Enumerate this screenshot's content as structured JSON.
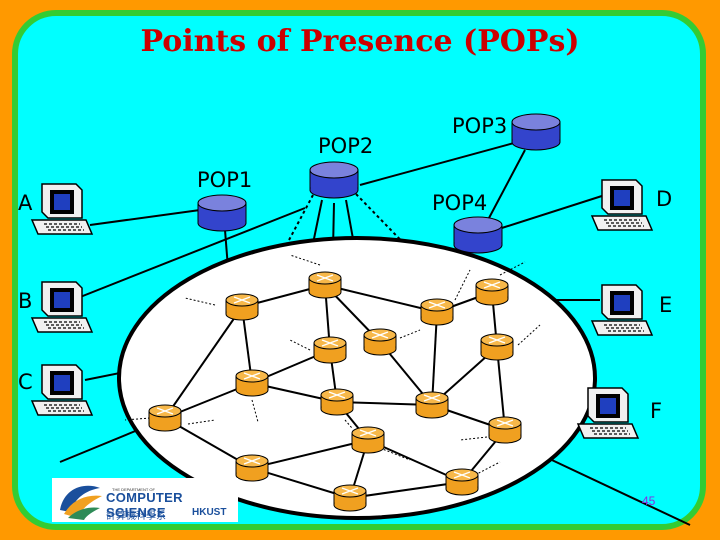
{
  "title": "Points of Presence (POPs)",
  "pops": [
    "POP1",
    "POP2",
    "POP3",
    "POP4"
  ],
  "hosts": [
    "A",
    "B",
    "C",
    "D",
    "E",
    "F"
  ],
  "page_number": "45",
  "logo": {
    "department": "THE DEPARTMENT OF",
    "name": "COMPUTER SCIENCE",
    "chinese": "計算機科學系",
    "university": "HKUST"
  },
  "colors": {
    "background": "#ff9900",
    "panel": "#00ffff",
    "panel_border": "#33cc33",
    "title": "#cc0000",
    "pop_router": "#3344cc",
    "core_router": "#f0a020"
  }
}
